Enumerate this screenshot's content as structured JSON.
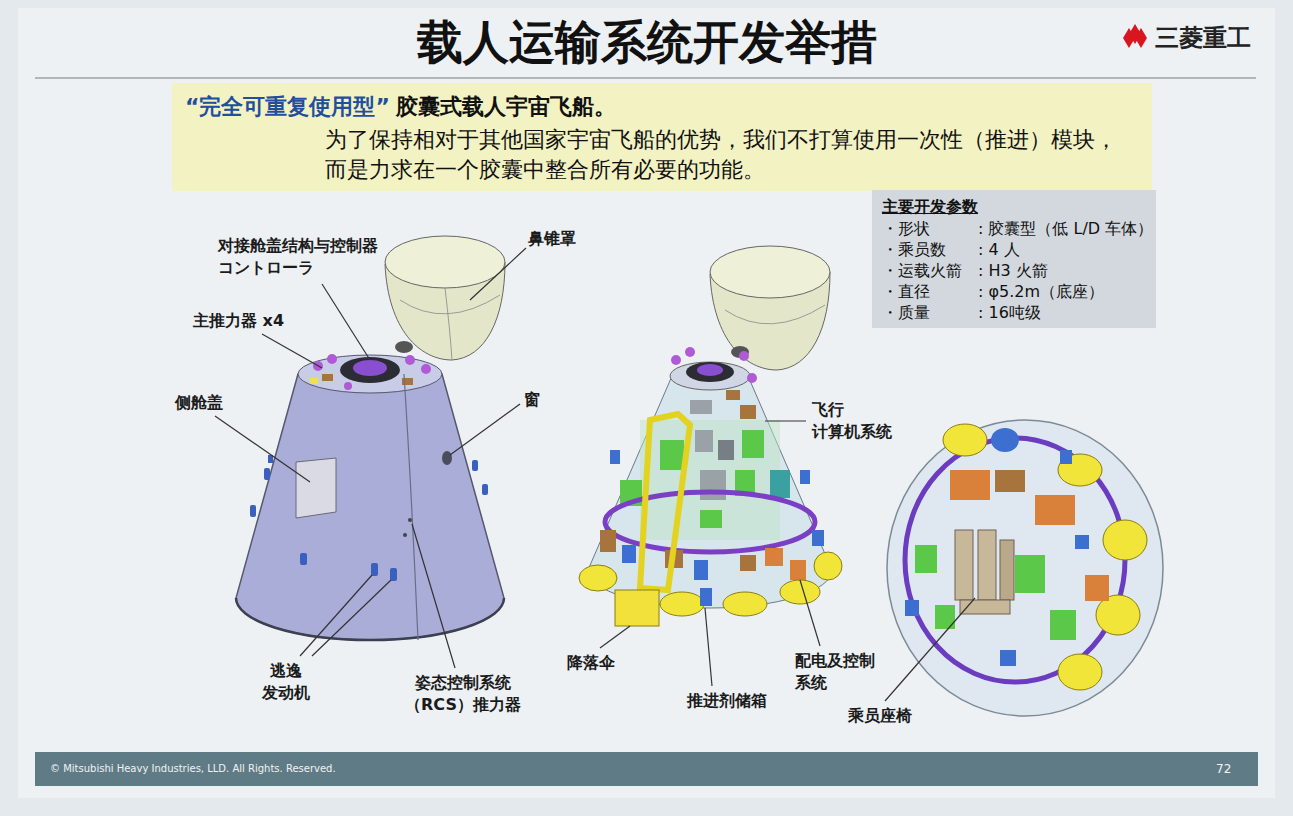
{
  "diagram": {
    "title": "载人运输系统开发举措",
    "nodes": [
      {
        "text": [
          "“完全可重复使用型”",
          "胶囊式载人宇宙飞船。",
          "为了保持相对于其他国家宇宙飞船的优势，我们不打算使用一次性（推进）模块， 而是力求在一个胶囊中整合所有必要的功能。"
        ]
      },
      {
        "text": [
          "主要开发参数",
          "・形状",
          ": 胶囊型（低 L/D 车体）",
          "・乘员数",
          ": 4 人",
          "・运载火箭",
          ": H3 火箭",
          "・直径",
          ": φ5.2m（底座）",
          "・质量",
          ": 16吨级"
        ]
      }
    ],
    "labels": [
      "三菱重工",
      "对接舱盖结构与控制器 コントローラ",
      "主推力器 x4",
      "鼻锥罩",
      "侧舱盖",
      "窗",
      "飞行 计算机系统",
      "逃逸 发动机",
      "姿态控制系统 （RCS）推力器",
      "降落伞",
      "推进剂储箱",
      "配电及控制 系统",
      "乘员座椅",
      "© Mitsubishi Heavy Industries, LLD. All Rights. Reserved.",
      "72"
    ]
  }
}
